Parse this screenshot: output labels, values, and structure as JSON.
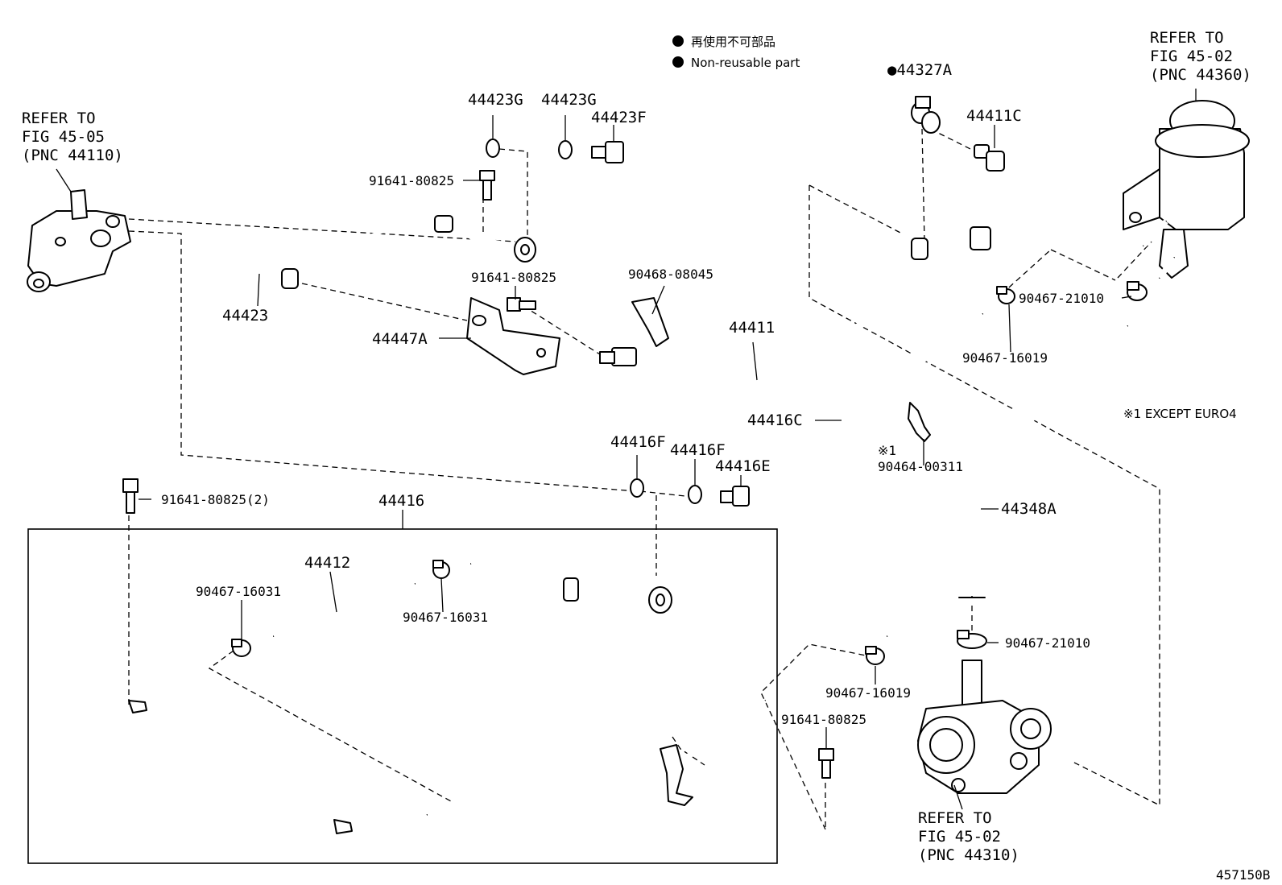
{
  "legend": {
    "non_reusable_jp": "再使用不可部品",
    "non_reusable_en": "Non-reusable part"
  },
  "refs": {
    "top_left": [
      "REFER TO",
      "FIG 45-05",
      "(PNC 44110)"
    ],
    "top_right": [
      "REFER TO",
      "FIG 45-02",
      "(PNC 44360)"
    ],
    "bottom_right": [
      "REFER TO",
      "FIG 45-02",
      "(PNC 44310)"
    ]
  },
  "note": "※1 EXCEPT EURO4",
  "note_mark": "※1",
  "figure_id": "457150B",
  "part_labels": {
    "p44423G_a": "44423G",
    "p44423G_b": "44423G",
    "p44423F": "44423F",
    "p91641_80825_a": "91641-80825",
    "p91641_80825_b": "91641-80825",
    "p91641_80825_c": "91641-80825",
    "p91641_80825_2": "91641-80825(2)",
    "p44423": "44423",
    "p44447A": "44447A",
    "p90468_08045": "90468-08045",
    "p44411": "44411",
    "p44327A": "●44327A",
    "p44411C": "44411C",
    "p90467_21010_a": "90467-21010",
    "p90467_21010_b": "90467-21010",
    "p90467_16019_a": "90467-16019",
    "p90467_16019_b": "90467-16019",
    "p44416C": "44416C",
    "p90464_00311": "90464-00311",
    "p44348A": "44348A",
    "p44416F_a": "44416F",
    "p44416F_b": "44416F",
    "p44416E": "44416E",
    "p44416": "44416",
    "p44412": "44412",
    "p90467_16031_a": "90467-16031",
    "p90467_16031_b": "90467-16031"
  }
}
